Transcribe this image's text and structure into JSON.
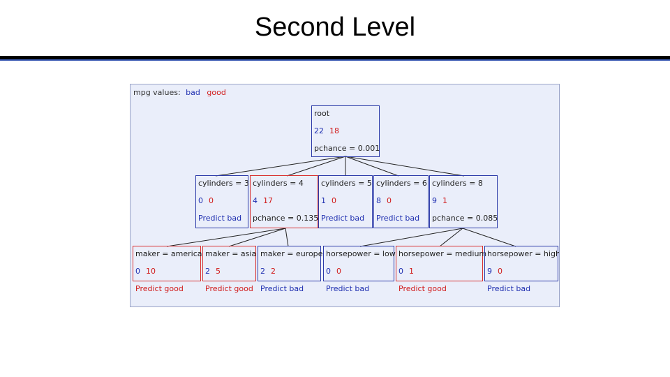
{
  "slide": {
    "title": "Second Level"
  },
  "legend": {
    "label": "mpg values:",
    "bad": "bad",
    "good": "good"
  },
  "root": {
    "label": "root",
    "bad": "22",
    "good": "18",
    "footer": "pchance = 0.001"
  },
  "level1": [
    {
      "label": "cylinders = 3",
      "bad": "0",
      "good": "0",
      "footer": "Predict bad"
    },
    {
      "label": "cylinders = 4",
      "bad": "4",
      "good": "17",
      "footer": "pchance = 0.135"
    },
    {
      "label": "cylinders = 5",
      "bad": "1",
      "good": "0",
      "footer": "Predict bad"
    },
    {
      "label": "cylinders = 6",
      "bad": "8",
      "good": "0",
      "footer": "Predict bad"
    },
    {
      "label": "cylinders = 8",
      "bad": "9",
      "good": "1",
      "footer": "pchance = 0.085"
    }
  ],
  "level2": [
    {
      "label": "maker = america",
      "bad": "0",
      "good": "10",
      "footer": "Predict good"
    },
    {
      "label": "maker = asia",
      "bad": "2",
      "good": "5",
      "footer": "Predict good"
    },
    {
      "label": "maker = europe",
      "bad": "2",
      "good": "2",
      "footer": "Predict bad"
    },
    {
      "label": "horsepower = low",
      "bad": "0",
      "good": "0",
      "footer": "Predict bad"
    },
    {
      "label": "horsepower = medium",
      "bad": "0",
      "good": "1",
      "footer": "Predict good"
    },
    {
      "label": "horsepower = high",
      "bad": "9",
      "good": "0",
      "footer": "Predict bad"
    }
  ]
}
